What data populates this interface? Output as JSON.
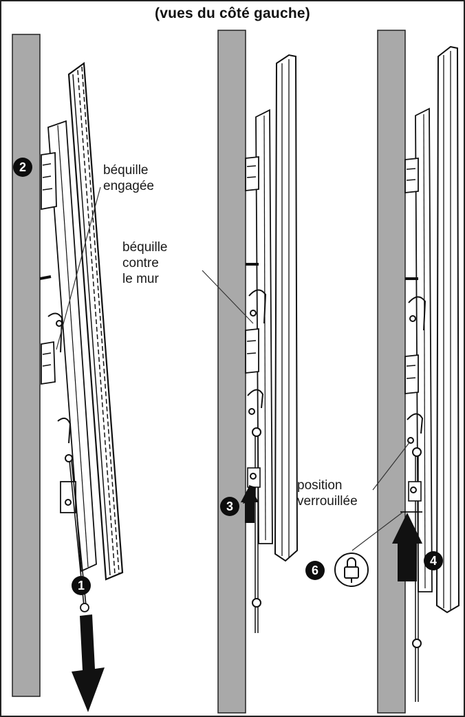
{
  "title": "(vues du côté gauche)",
  "labels": {
    "bequille_engagee": [
      "béquille",
      "engagée"
    ],
    "bequille_mur": [
      "béquille",
      "contre",
      "le mur"
    ],
    "position_verrouillee": [
      "position",
      "verrouillée"
    ]
  },
  "steps": {
    "s1": "1",
    "s2": "2",
    "s3": "3",
    "s4": "4",
    "s6": "6"
  },
  "icons": {
    "lock": "padlock-icon",
    "arrow": "arrow-icon"
  },
  "colors": {
    "wall": "#a9a9a9",
    "line": "#111111",
    "badge": "#0d0d0d"
  }
}
